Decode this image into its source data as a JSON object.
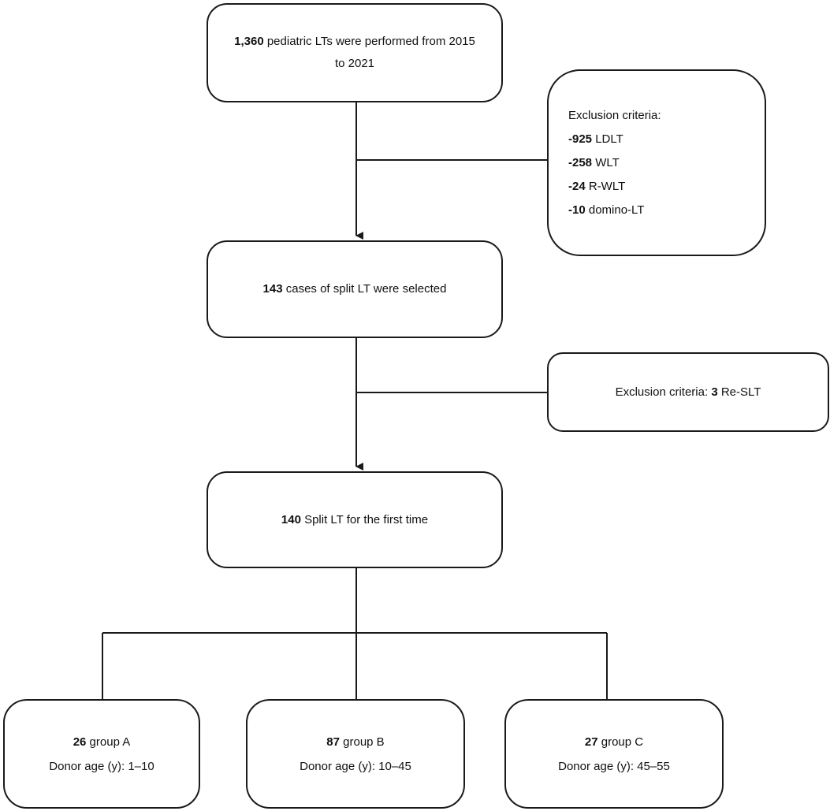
{
  "flow": {
    "total": {
      "count": "1,360",
      "text_a": " pediatric LTs were performed from 2015",
      "text_b": "to 2021"
    },
    "exclusion_1": {
      "heading": "Exclusion criteria:",
      "items": [
        {
          "count": "-925",
          "label": " LDLT"
        },
        {
          "count": "-258",
          "label": " WLT"
        },
        {
          "count": "-24",
          "label": " R-WLT"
        },
        {
          "count": "-10",
          "label": " domino-LT"
        }
      ]
    },
    "split_selected": {
      "count": "143",
      "text": " cases of split LT were selected"
    },
    "exclusion_2": {
      "prefix": "Exclusion criteria: ",
      "count": "3",
      "label": " Re-SLT"
    },
    "first_time": {
      "count": "140",
      "text": " Split LT for the first time"
    },
    "groups": [
      {
        "count": "26",
        "name": " group A",
        "age_label": "Donor age (y): ",
        "age_range": "1–10"
      },
      {
        "count": "87",
        "name": " group B",
        "age_label": "Donor age (y): ",
        "age_range": "10–45"
      },
      {
        "count": "27",
        "name": " group C",
        "age_label": "Donor age (y): ",
        "age_range": "45–55"
      }
    ]
  }
}
